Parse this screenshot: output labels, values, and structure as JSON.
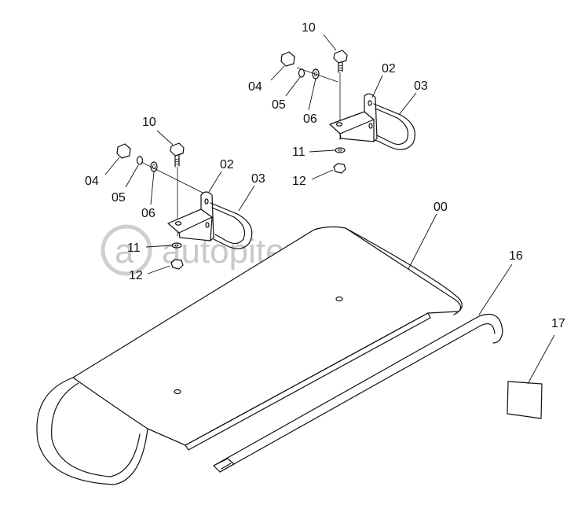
{
  "watermark": {
    "logo_letters": "a",
    "text": "autopiter.ru"
  },
  "callouts": {
    "upper_bracket": {
      "bolt": "10",
      "nut_cap": "04",
      "washer_a": "05",
      "washer_b": "06",
      "bracket": "02",
      "u_bolt": "03",
      "washer_c": "11",
      "nut": "12"
    },
    "lower_bracket": {
      "bolt": "10",
      "nut_cap": "04",
      "washer_a": "05",
      "washer_b": "06",
      "bracket": "02",
      "u_bolt": "03",
      "washer_c": "11",
      "nut": "12"
    },
    "cover": "00",
    "seal_strip": "16",
    "label_plate": "17"
  }
}
